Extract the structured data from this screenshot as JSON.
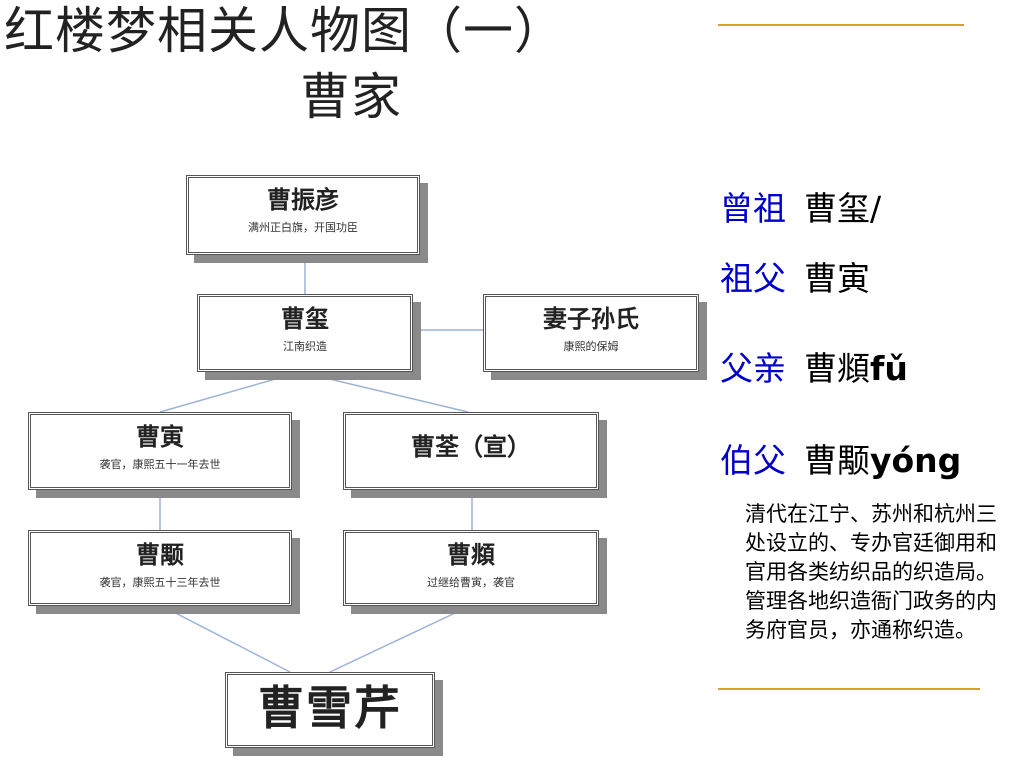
{
  "title": {
    "line1": "红楼梦相关人物图（一）",
    "line2": "曹家"
  },
  "accent_color": "#d9a326",
  "relation_color": "#0000cc",
  "tree": {
    "nodes": [
      {
        "id": "zhenyan",
        "name": "曹振彦",
        "desc": "满州正白旗，开国功臣"
      },
      {
        "id": "xi",
        "name": "曹玺",
        "desc": "江南织造"
      },
      {
        "id": "wife",
        "name": "妻子孙氏",
        "desc": "康熙的保姆"
      },
      {
        "id": "yin",
        "name": "曹寅",
        "desc": "袭官，康熙五十一年去世"
      },
      {
        "id": "quan",
        "name": "曹荃（宣）",
        "desc": ""
      },
      {
        "id": "yong",
        "name": "曹颙",
        "desc": "袭官，康熙五十三年去世"
      },
      {
        "id": "fu",
        "name": "曹頫",
        "desc": "过继给曹寅，袭官"
      },
      {
        "id": "xueqin",
        "name": "曹雪芹",
        "desc": ""
      }
    ]
  },
  "lineage": [
    {
      "relation": "曾祖",
      "person": "曹玺/",
      "pinyin": ""
    },
    {
      "relation": "祖父",
      "person": "曹寅",
      "pinyin": ""
    },
    {
      "relation": "父亲",
      "person": "曹頫",
      "pinyin": "fǔ"
    },
    {
      "relation": "伯父",
      "person": "曹颙",
      "pinyin": "yóng"
    }
  ],
  "note": "清代在江宁、苏州和杭州三处设立的、专办官廷御用和官用各类纺织品的织造局。管理各地织造衙门政务的内务府官员，亦通称织造。"
}
